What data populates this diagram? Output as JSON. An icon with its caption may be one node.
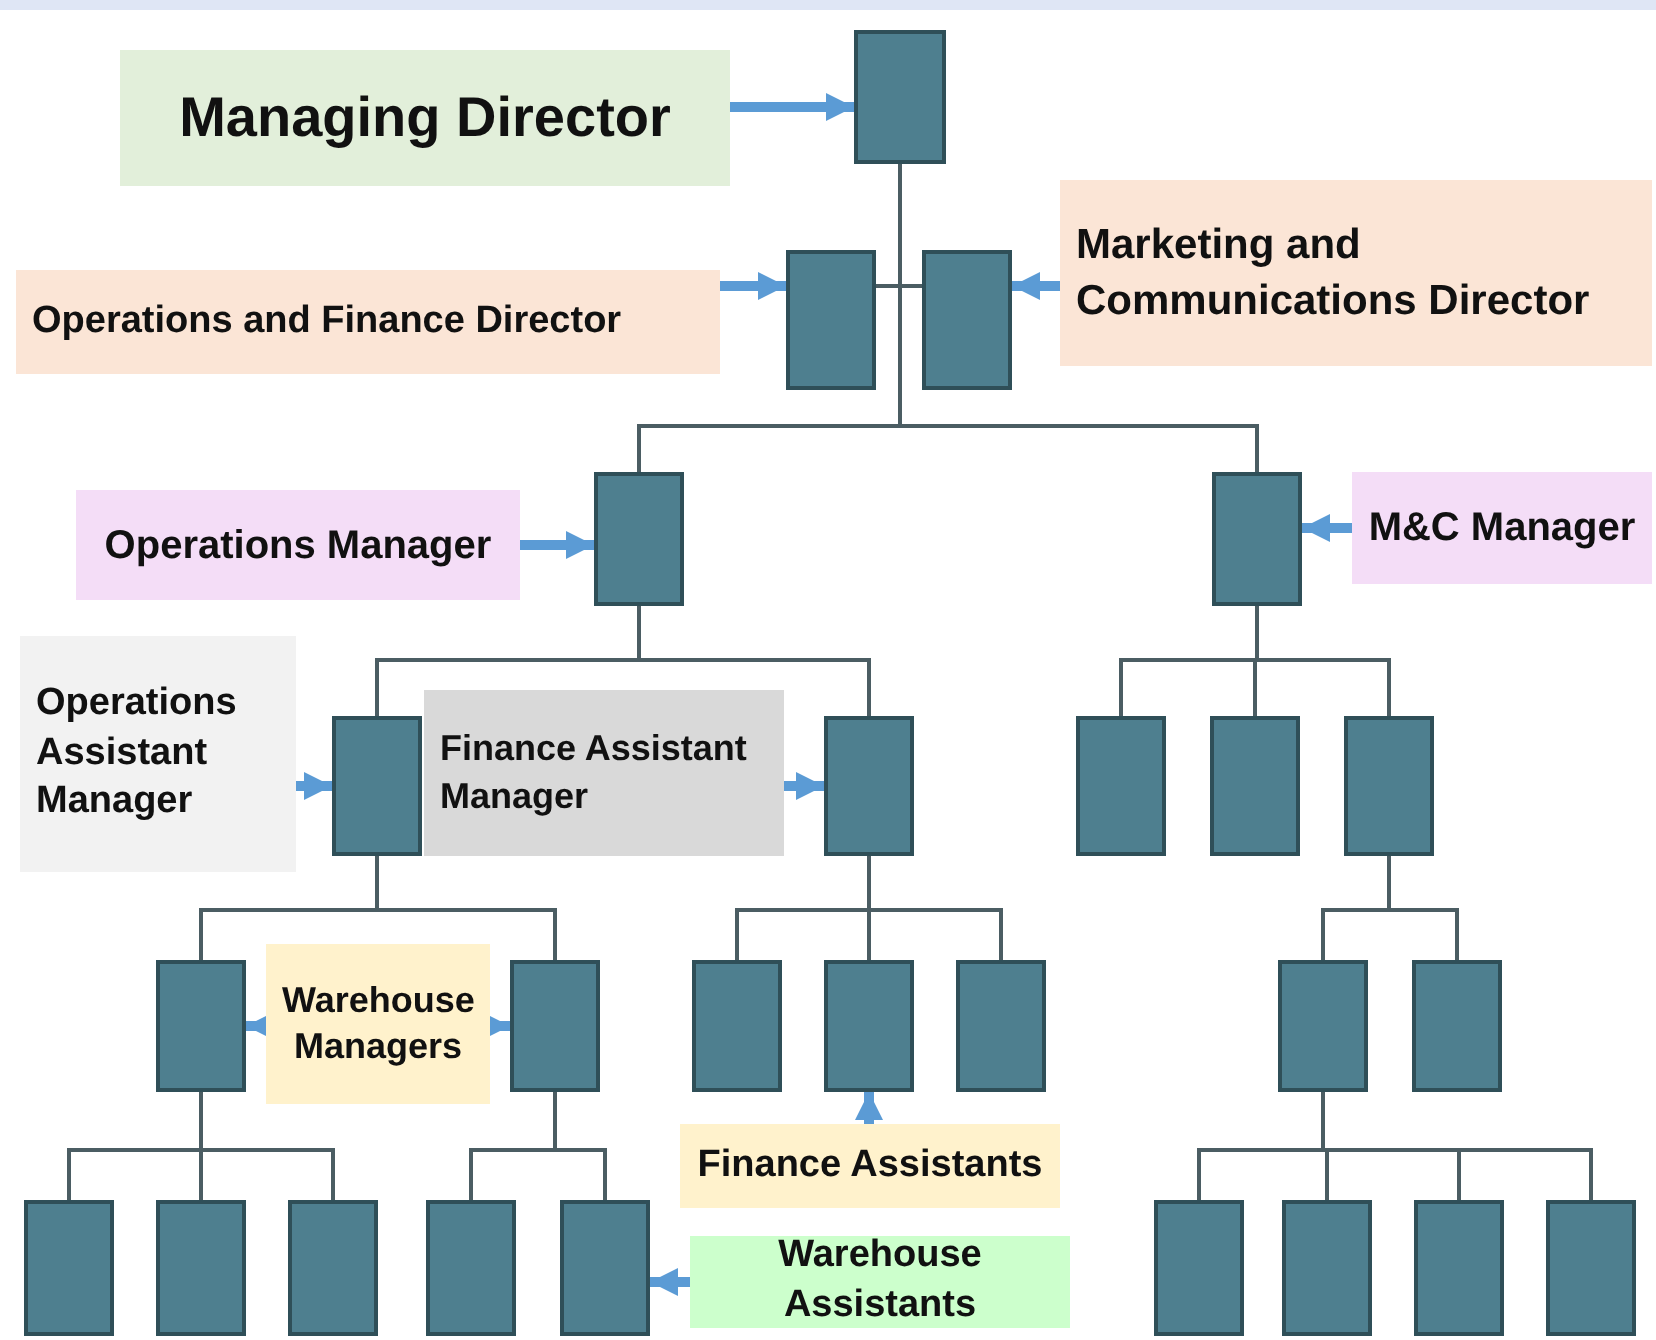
{
  "diagram": {
    "nodes": [
      {
        "text": [
          "Managing Director"
        ]
      },
      {
        "text": [],
        "shape": "box"
      },
      {
        "text": [
          "Operations and Finance Director"
        ]
      },
      {
        "text": [],
        "shape": "box"
      },
      {
        "text": [],
        "shape": "box"
      },
      {
        "text": [
          "Marketing and Communications Director"
        ]
      },
      {
        "text": [
          "Operations Manager"
        ]
      },
      {
        "text": [],
        "shape": "box"
      },
      {
        "text": [],
        "shape": "box"
      },
      {
        "text": [
          "M&C Manager"
        ]
      },
      {
        "text": [
          "Operations Assistant Manager"
        ]
      },
      {
        "text": [],
        "shape": "box"
      },
      {
        "text": [
          "Finance Assistant Manager"
        ]
      },
      {
        "text": [],
        "shape": "box"
      },
      {
        "text": [],
        "shape": "box"
      },
      {
        "text": [],
        "shape": "box"
      },
      {
        "text": [],
        "shape": "box"
      },
      {
        "text": [],
        "shape": "box"
      },
      {
        "text": [
          "Warehouse Managers"
        ]
      },
      {
        "text": [],
        "shape": "box"
      },
      {
        "text": [],
        "shape": "box"
      },
      {
        "text": [],
        "shape": "box"
      },
      {
        "text": [],
        "shape": "box"
      },
      {
        "text": [],
        "shape": "box"
      },
      {
        "text": [],
        "shape": "box"
      },
      {
        "text": [
          "Finance Assistants"
        ]
      },
      {
        "text": [],
        "shape": "box"
      },
      {
        "text": [],
        "shape": "box"
      },
      {
        "text": [],
        "shape": "box"
      },
      {
        "text": [],
        "shape": "box"
      },
      {
        "text": [],
        "shape": "box"
      },
      {
        "text": [
          "Warehouse Assistants"
        ]
      },
      {
        "text": [],
        "shape": "box"
      },
      {
        "text": [],
        "shape": "box"
      },
      {
        "text": [],
        "shape": "box"
      },
      {
        "text": [],
        "shape": "box"
      }
    ],
    "edges": [
      {
        "from": 1,
        "to": 3,
        "arrow": "none"
      },
      {
        "from": 1,
        "to": 4,
        "arrow": "none"
      },
      {
        "from": 1,
        "to": 7,
        "arrow": "none"
      },
      {
        "from": 1,
        "to": 8,
        "arrow": "none"
      },
      {
        "from": 7,
        "to": 11,
        "arrow": "none"
      },
      {
        "from": 7,
        "to": 13,
        "arrow": "none"
      },
      {
        "from": 8,
        "to": 14,
        "arrow": "none"
      },
      {
        "from": 8,
        "to": 15,
        "arrow": "none"
      },
      {
        "from": 8,
        "to": 16,
        "arrow": "none"
      },
      {
        "from": 11,
        "to": 17,
        "arrow": "none"
      },
      {
        "from": 11,
        "to": 19,
        "arrow": "none"
      },
      {
        "from": 13,
        "to": 20,
        "arrow": "none"
      },
      {
        "from": 13,
        "to": 21,
        "arrow": "none"
      },
      {
        "from": 13,
        "to": 22,
        "arrow": "none"
      },
      {
        "from": 16,
        "to": 23,
        "arrow": "none"
      },
      {
        "from": 16,
        "to": 24,
        "arrow": "none"
      },
      {
        "from": 17,
        "to": 26,
        "arrow": "none"
      },
      {
        "from": 17,
        "to": 27,
        "arrow": "none"
      },
      {
        "from": 17,
        "to": 28,
        "arrow": "none"
      },
      {
        "from": 19,
        "to": 29,
        "arrow": "none"
      },
      {
        "from": 19,
        "to": 30,
        "arrow": "none"
      },
      {
        "from": 23,
        "to": 32,
        "arrow": "none"
      },
      {
        "from": 23,
        "to": 33,
        "arrow": "none"
      },
      {
        "from": 23,
        "to": 34,
        "arrow": "none"
      },
      {
        "from": 23,
        "to": 35,
        "arrow": "none"
      },
      {
        "from": 0,
        "to": 1,
        "arrow": "to",
        "style": "thick",
        "color": "#5b9bd5"
      },
      {
        "from": 2,
        "to": 3,
        "arrow": "to",
        "style": "thick",
        "color": "#5b9bd5"
      },
      {
        "from": 5,
        "to": 4,
        "arrow": "to",
        "style": "thick",
        "color": "#5b9bd5"
      },
      {
        "from": 6,
        "to": 7,
        "arrow": "to",
        "style": "thick",
        "color": "#5b9bd5"
      },
      {
        "from": 9,
        "to": 8,
        "arrow": "to",
        "style": "thick",
        "color": "#5b9bd5"
      },
      {
        "from": 10,
        "to": 11,
        "arrow": "to",
        "style": "thick",
        "color": "#5b9bd5"
      },
      {
        "from": 12,
        "to": 13,
        "arrow": "to",
        "style": "thick",
        "color": "#5b9bd5"
      },
      {
        "from": 18,
        "to": 17,
        "arrow": "to",
        "style": "thick",
        "color": "#5b9bd5"
      },
      {
        "from": 18,
        "to": 19,
        "arrow": "to",
        "style": "thick",
        "color": "#5b9bd5"
      },
      {
        "from": 25,
        "to": 21,
        "arrow": "to",
        "style": "thick",
        "color": "#5b9bd5"
      },
      {
        "from": 31,
        "to": 30,
        "arrow": "to",
        "style": "thick",
        "color": "#5b9bd5"
      }
    ]
  }
}
